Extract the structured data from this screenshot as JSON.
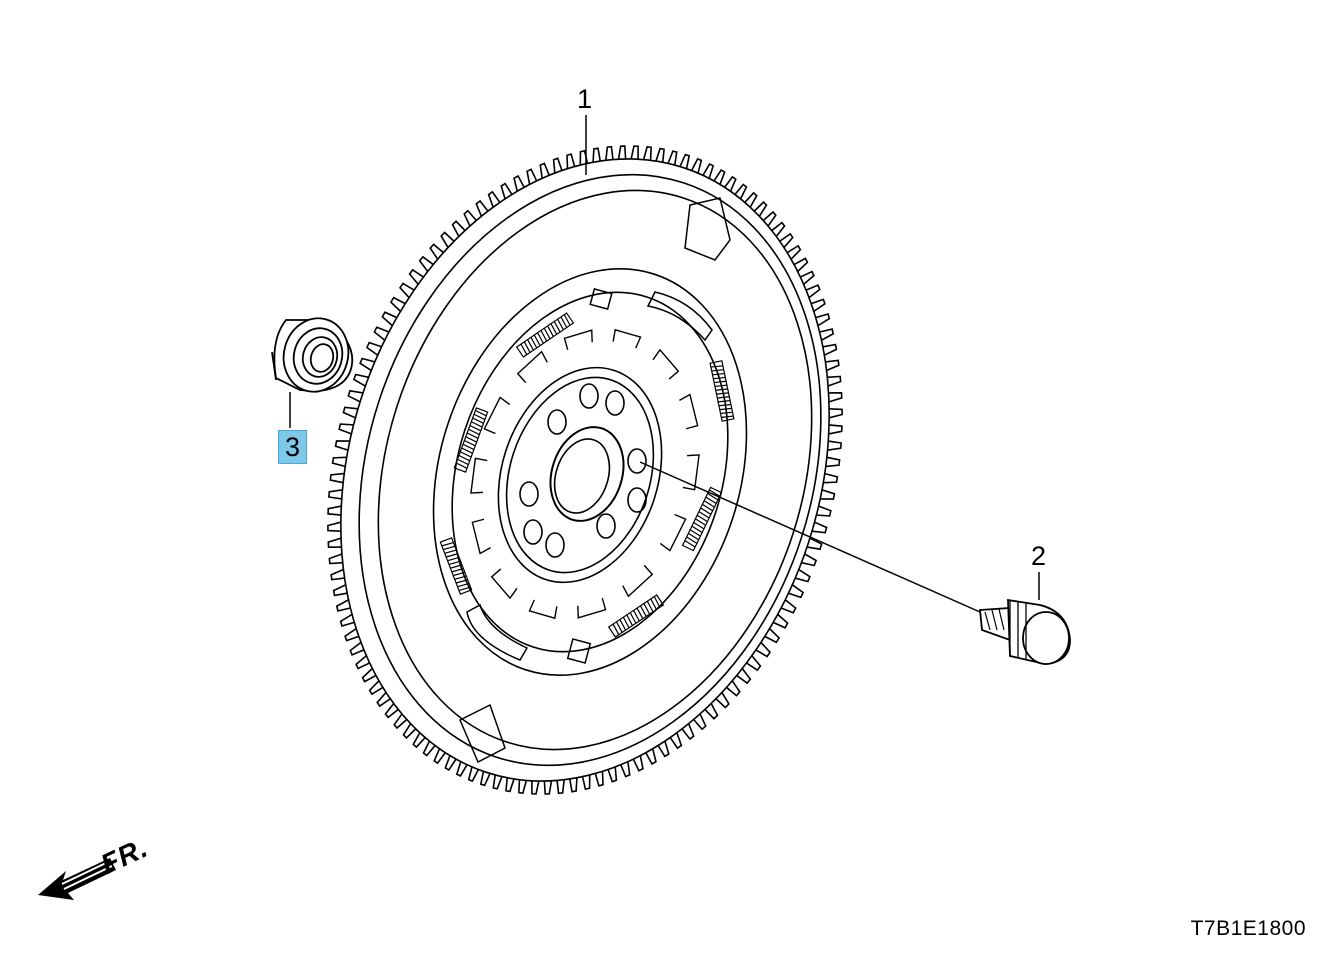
{
  "callouts": [
    {
      "id": "1",
      "part": "flywheel"
    },
    {
      "id": "2",
      "part": "bolt"
    },
    {
      "id": "3",
      "part": "bearing",
      "highlighted": true
    }
  ],
  "direction_label": "FR.",
  "diagram_code": "T7B1E1800",
  "highlight_color": "#7ec8ea",
  "line_color": "#000000"
}
